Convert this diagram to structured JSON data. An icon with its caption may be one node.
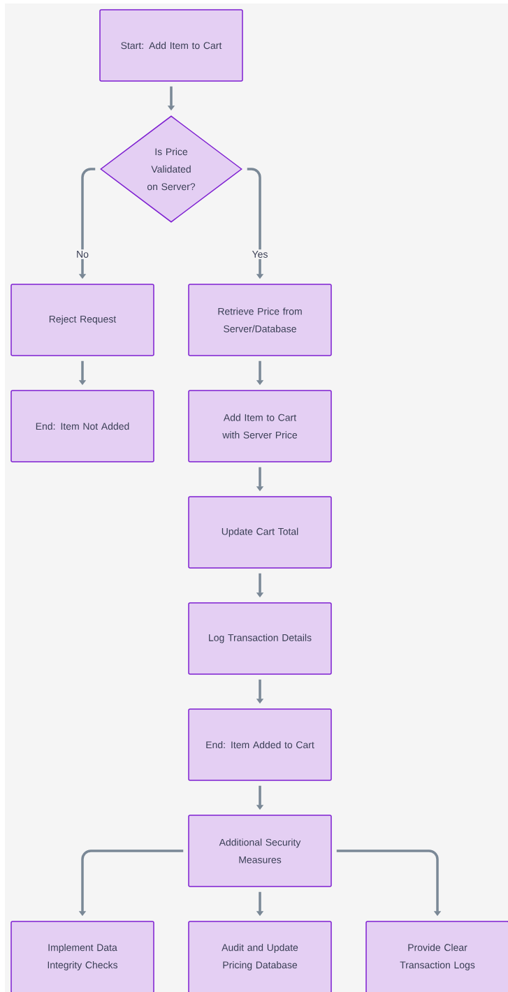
{
  "diagram": {
    "nodes": [
      {
        "text": [
          "Start: Add Item to Cart"
        ]
      },
      {
        "text": [
          "Is Price Validated on Server?"
        ]
      },
      {
        "text": [
          "Reject Request"
        ]
      },
      {
        "text": [
          "Retrieve Price from Server/Database"
        ]
      },
      {
        "text": [
          "End: Item Not Added"
        ]
      },
      {
        "text": [
          "Add Item to Cart with Server Price"
        ]
      },
      {
        "text": [
          "Update Cart Total"
        ]
      },
      {
        "text": [
          "Log Transaction Details"
        ]
      },
      {
        "text": [
          "End: Item Added to Cart"
        ]
      },
      {
        "text": [
          "Additional Security Measures"
        ]
      },
      {
        "text": [
          "Implement Data Integrity Checks"
        ]
      },
      {
        "text": [
          "Audit and Update Pricing Database"
        ]
      },
      {
        "text": [
          "Provide Clear Transaction Logs"
        ]
      }
    ],
    "edges": [
      {
        "from": 0,
        "to": 1,
        "arrow": "to"
      },
      {
        "from": 1,
        "to": 2,
        "arrow": "to",
        "label": "No"
      },
      {
        "from": 1,
        "to": 3,
        "arrow": "to",
        "label": "Yes"
      },
      {
        "from": 2,
        "to": 4,
        "arrow": "to"
      },
      {
        "from": 3,
        "to": 5,
        "arrow": "to"
      },
      {
        "from": 5,
        "to": 6,
        "arrow": "to"
      },
      {
        "from": 6,
        "to": 7,
        "arrow": "to"
      },
      {
        "from": 7,
        "to": 8,
        "arrow": "to"
      },
      {
        "from": 8,
        "to": 9,
        "arrow": "to"
      },
      {
        "from": 9,
        "to": 10,
        "arrow": "to"
      },
      {
        "from": 9,
        "to": 11,
        "arrow": "to"
      },
      {
        "from": 9,
        "to": 12,
        "arrow": "to"
      }
    ]
  }
}
